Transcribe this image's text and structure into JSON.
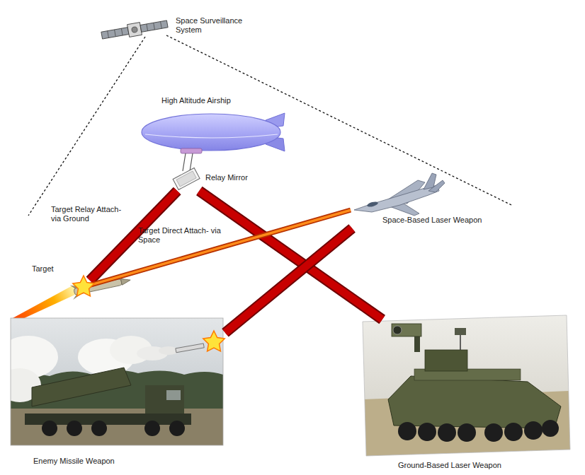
{
  "diagram": {
    "nodes": [
      {
        "text": [
          "Space Surveillance System"
        ]
      },
      {
        "text": [
          "High Altitude Airship"
        ]
      },
      {
        "text": [
          "Relay Mirror"
        ]
      },
      {
        "text": [
          "Space-Based Laser Weapon"
        ]
      },
      {
        "text": [
          "Target"
        ]
      },
      {
        "text": [
          "Enemy Missile Weapon"
        ]
      },
      {
        "text": [
          "Ground-Based Laser Weapon"
        ]
      }
    ],
    "edges": [
      {
        "from": 6,
        "to": 2,
        "arrow": "none"
      },
      {
        "from": 2,
        "to": 4,
        "arrow": "none",
        "label": "Target Relay Attach- via Ground"
      },
      {
        "from": 3,
        "to": 4,
        "arrow": "none",
        "label": "Target Direct Attach- via Space"
      },
      {
        "from": 3,
        "to": 5,
        "arrow": "none"
      }
    ]
  }
}
